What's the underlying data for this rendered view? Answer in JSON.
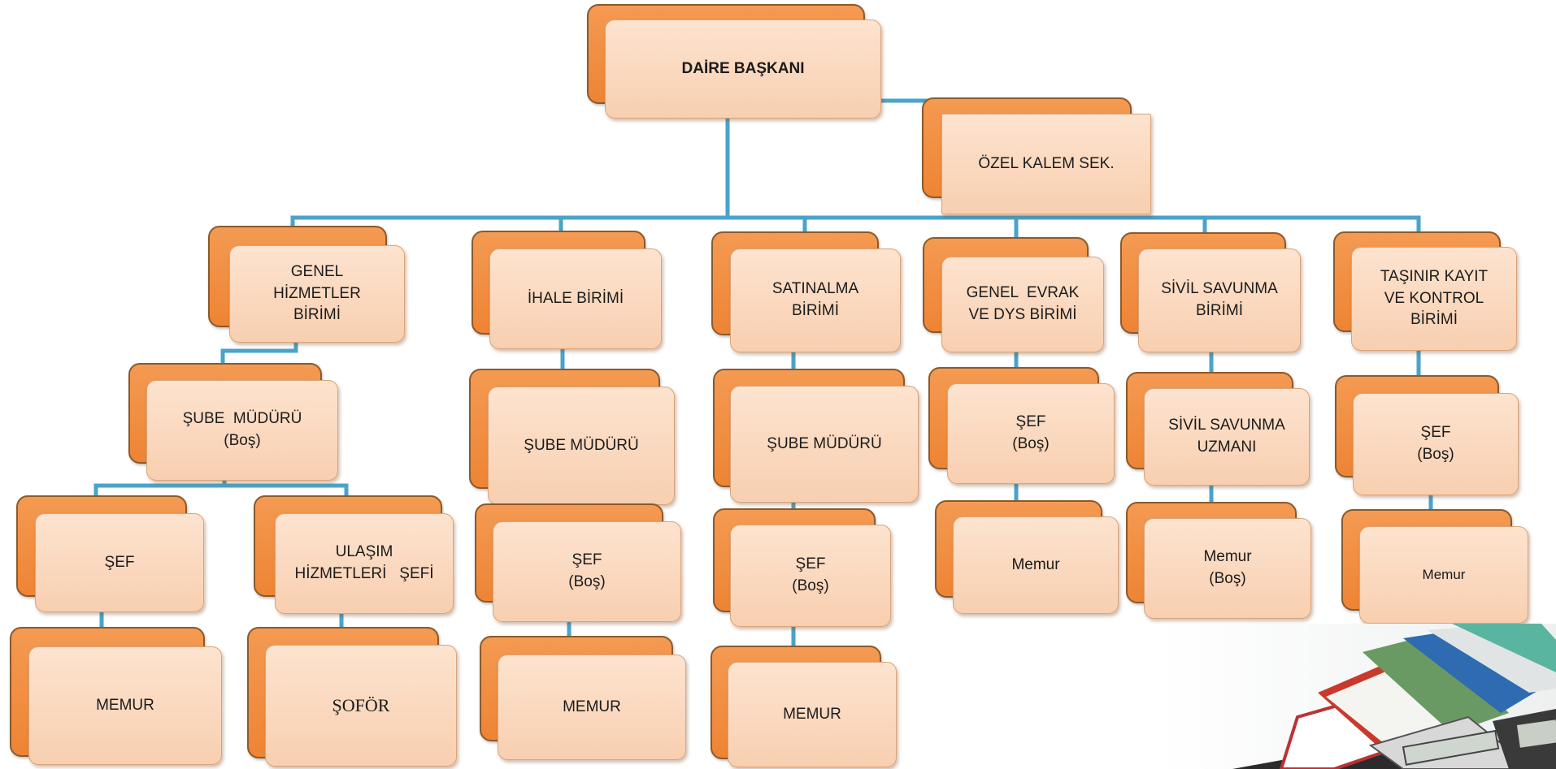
{
  "colors": {
    "connector": "#4aa3c9",
    "box_back": "#f0883a",
    "box_front": "#fbd9c0",
    "box_border": "#8a5a2c"
  },
  "nodes": {
    "daire_baskani": {
      "lines": [
        "DAİRE BAŞKANI"
      ]
    },
    "ozel_kalem": {
      "lines": [
        "ÖZEL KALEM SEK."
      ]
    },
    "genel_hizmetler": {
      "lines": [
        "GENEL",
        "HİZMETLER",
        "BİRİMİ"
      ]
    },
    "ihale": {
      "lines": [
        "İHALE BİRİMİ"
      ]
    },
    "satinalma": {
      "lines": [
        "SATINALMA",
        "BİRİMİ"
      ]
    },
    "genel_evrak": {
      "lines": [
        "GENEL  EVRAK",
        "VE DYS BİRİMİ"
      ]
    },
    "sivil_savunma": {
      "lines": [
        "SİVİL SAVUNMA",
        "BİRİMİ"
      ]
    },
    "tasinir": {
      "lines": [
        "TAŞINIR KAYIT",
        "VE KONTROL",
        "BİRİMİ"
      ]
    },
    "gh_sube": {
      "lines": [
        "ŞUBE  MÜDÜRÜ",
        "(Boş)"
      ]
    },
    "gh_sef": {
      "lines": [
        "ŞEF"
      ]
    },
    "gh_ulasim": {
      "lines": [
        "ULAŞIM",
        "HİZMETLERİ   ŞEFİ"
      ]
    },
    "gh_memur": {
      "lines": [
        "MEMUR"
      ]
    },
    "gh_sofor": {
      "lines": [
        "ŞOFÖR"
      ]
    },
    "ih_sube": {
      "lines": [
        "ŞUBE MÜDÜRÜ"
      ]
    },
    "ih_sef": {
      "lines": [
        "ŞEF",
        "(Boş)"
      ]
    },
    "ih_memur": {
      "lines": [
        "MEMUR"
      ]
    },
    "sa_sube": {
      "lines": [
        "ŞUBE MÜDÜRÜ"
      ]
    },
    "sa_sef": {
      "lines": [
        "ŞEF",
        "(Boş)"
      ]
    },
    "sa_memur": {
      "lines": [
        "MEMUR"
      ]
    },
    "ge_sef": {
      "lines": [
        "ŞEF",
        "(Boş)"
      ]
    },
    "ge_memur": {
      "lines": [
        "Memur"
      ]
    },
    "ss_uzman": {
      "lines": [
        "SİVİL SAVUNMA",
        "UZMANI"
      ]
    },
    "ss_memur": {
      "lines": [
        "Memur",
        "(Boş)"
      ]
    },
    "ta_sef": {
      "lines": [
        "ŞEF",
        "(Boş)"
      ]
    },
    "ta_memur": {
      "lines": [
        "Memur"
      ]
    }
  }
}
